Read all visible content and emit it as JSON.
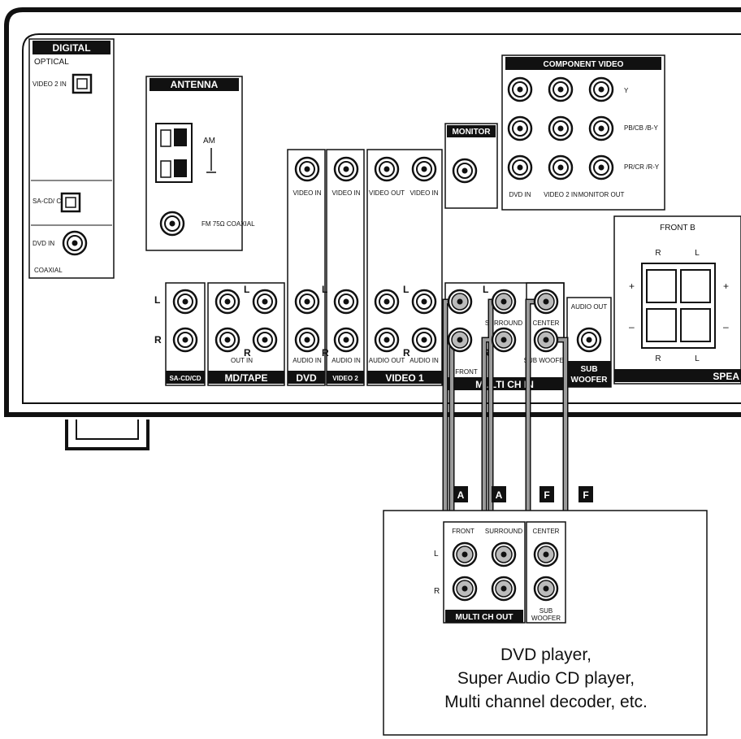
{
  "panel": {
    "digital": {
      "title": "DIGITAL",
      "optical": "OPTICAL",
      "video2_in": "VIDEO 2 IN",
      "sacd_in": "SA-CD/ CD IN",
      "dvd_in": "DVD IN",
      "coaxial": "COAXIAL"
    },
    "antenna": {
      "title": "ANTENNA",
      "am": "AM",
      "fm": "FM 75Ω COAXIAL"
    },
    "component_video": {
      "title": "COMPONENT VIDEO",
      "rows": [
        "Y",
        "PB/CB /B-Y",
        "PR/CR /R-Y"
      ],
      "cols": [
        "DVD IN",
        "VIDEO 2 IN",
        "MONITOR OUT"
      ]
    },
    "monitor": {
      "title": "MONITOR"
    },
    "video_jacks": {
      "dvd": "VIDEO IN",
      "video2": "VIDEO IN",
      "video1_out": "VIDEO OUT",
      "video1_in": "VIDEO IN"
    },
    "audio_labels": {
      "out_in": "OUT IN",
      "dvd_audio": "AUDIO IN",
      "video2_audio": "AUDIO IN",
      "v1_audio_out": "AUDIO OUT",
      "v1_audio_in": "AUDIO IN",
      "front": "FRONT",
      "surround": "SURROUND",
      "center": "CENTER",
      "sub_woofer": "SUB WOOFER",
      "audio_out": "AUDIO OUT"
    },
    "section_labels": {
      "sacd": "SA-CD/CD",
      "mdtape": "MD/TAPE",
      "dvd": "DVD",
      "video2": "VIDEO 2",
      "video1": "VIDEO 1",
      "multich": "MULTI CH IN",
      "subwoofer": "SUB WOOFER"
    },
    "channel_letters": {
      "l": "L",
      "r": "R"
    },
    "speakers": {
      "front_b": "FRONT B",
      "r": "R",
      "l": "L",
      "plus": "+",
      "minus": "–",
      "label": "SPEA"
    }
  },
  "cables": {
    "a1": "A",
    "a2": "A",
    "f1": "F",
    "f2": "F"
  },
  "device": {
    "front": "FRONT",
    "surround": "SURROUND",
    "center": "CENTER",
    "sub_woofer": "SUB WOOFER",
    "l": "L",
    "r": "R",
    "multi_ch_out": "MULTI CH OUT",
    "desc_line1": "DVD player,",
    "desc_line2": "Super Audio CD player,",
    "desc_line3": "Multi channel decoder, etc."
  },
  "colors": {
    "stroke": "#111111",
    "cable": "#9a9a9a",
    "label_bg": "#111111",
    "bg": "#ffffff"
  }
}
